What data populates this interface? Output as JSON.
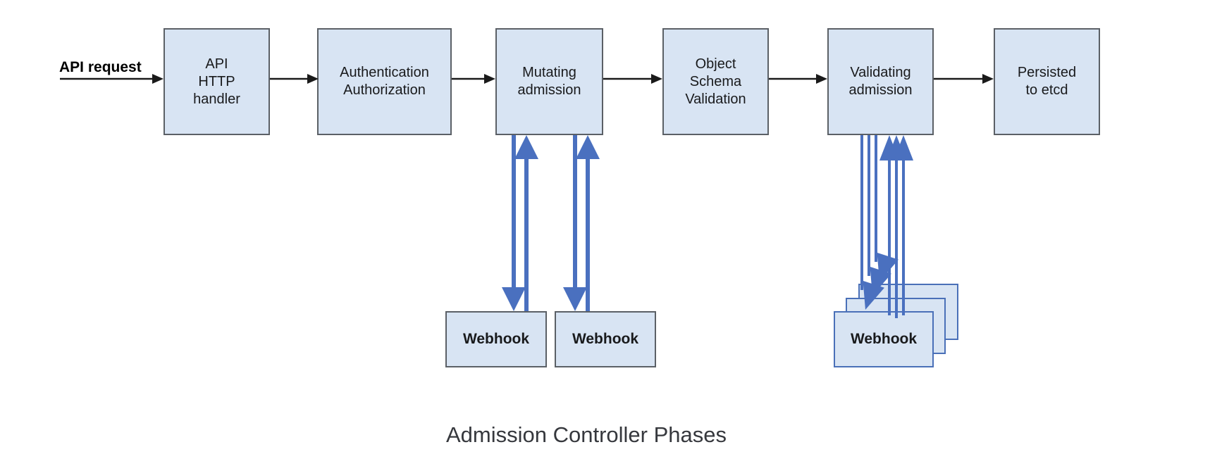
{
  "diagram": {
    "caption": "Admission Controller Phases",
    "input_label": "API request",
    "phases": [
      {
        "label": "API\nHTTP\nhandler"
      },
      {
        "label": "Authentication\nAuthorization"
      },
      {
        "label": "Mutating\nadmission"
      },
      {
        "label": "Object\nSchema\nValidation"
      },
      {
        "label": "Validating\nadmission"
      },
      {
        "label": "Persisted\nto etcd"
      }
    ],
    "mutating_webhooks": [
      {
        "label": "Webhook"
      },
      {
        "label": "Webhook"
      }
    ],
    "validating_webhooks": [
      {
        "label": "Webhook"
      },
      {
        "label": "Webhook"
      },
      {
        "label": "Webhook"
      }
    ],
    "colors": {
      "box_fill": "#d8e4f3",
      "box_border": "#5b6066",
      "webhook_stack_border": "#4a70b8",
      "arrow_blue": "#4a70bf",
      "arrow_black": "#1a1a1a"
    }
  }
}
